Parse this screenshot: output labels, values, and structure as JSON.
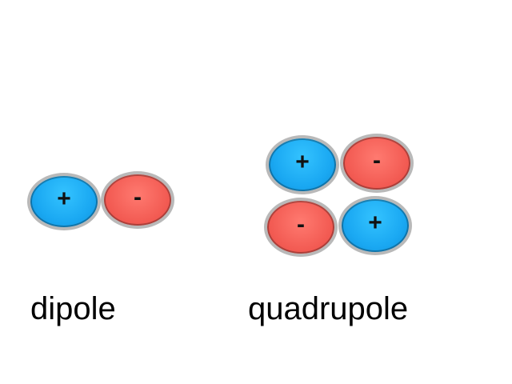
{
  "dipole": {
    "label": "dipole",
    "charges": [
      {
        "sign": "+",
        "polarity": "positive"
      },
      {
        "sign": "-",
        "polarity": "negative"
      }
    ]
  },
  "quadrupole": {
    "label": "quadrupole",
    "charges": [
      {
        "sign": "+",
        "polarity": "positive"
      },
      {
        "sign": "-",
        "polarity": "negative"
      },
      {
        "sign": "-",
        "polarity": "negative"
      },
      {
        "sign": "+",
        "polarity": "positive"
      }
    ]
  },
  "colors": {
    "positive": "#1aa8f2",
    "negative": "#f25a52",
    "rim": "#b9b9b9"
  }
}
